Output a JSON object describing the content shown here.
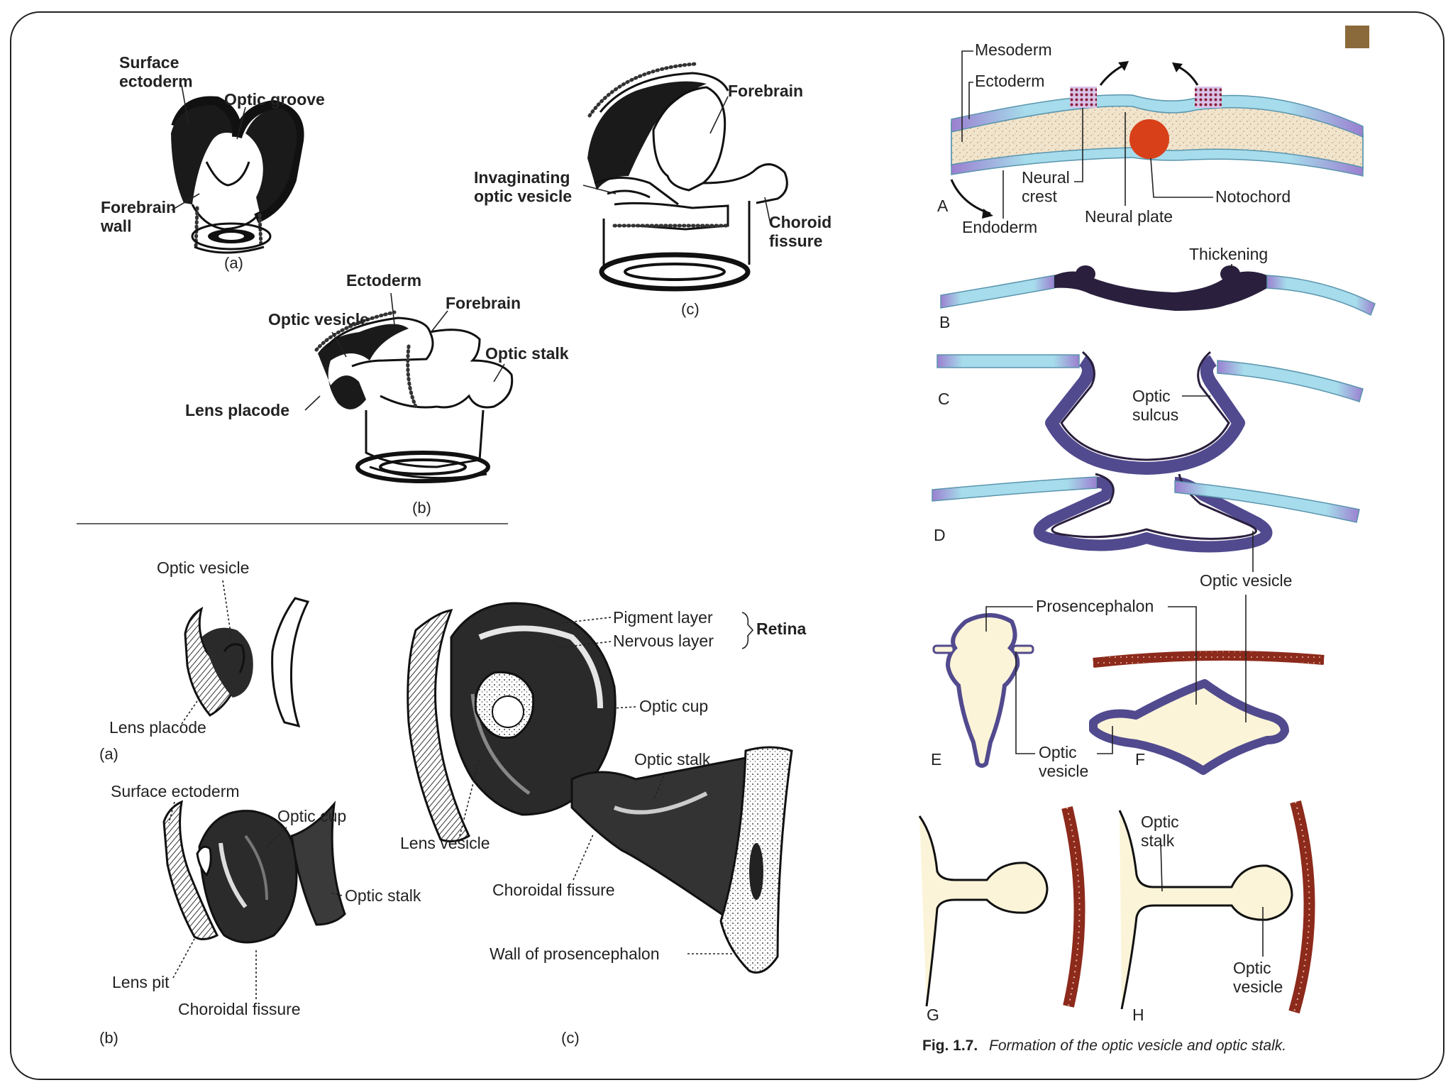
{
  "top_left": {
    "a": {
      "labels": [
        "Surface\nectoderm",
        "Optic groove",
        "Forebrain\nwall"
      ],
      "caption": "(a)"
    },
    "b": {
      "labels": [
        "Ectoderm",
        "Forebrain",
        "Optic vesicle",
        "Optic stalk",
        "Lens placode"
      ],
      "caption": "(b)"
    },
    "c": {
      "labels": [
        "Forebrain",
        "Invaginating\noptic vesicle",
        "Choroid\nfissure"
      ],
      "caption": "(c)"
    }
  },
  "bottom_left": {
    "a": {
      "labels": [
        "Optic vesicle",
        "Lens placode"
      ],
      "caption": "(a)"
    },
    "b": {
      "labels": [
        "Surface ectoderm",
        "Optic cup",
        "Optic stalk",
        "Lens pit",
        "Choroidal fissure"
      ],
      "caption": "(b)"
    },
    "c": {
      "labels": [
        "Pigment layer",
        "Nervous layer",
        "Retina",
        "Optic cup",
        "Optic stalk",
        "Lens vesicle",
        "Choroidal fissure",
        "Wall of prosencephalon"
      ],
      "caption": "(c)"
    }
  },
  "right": {
    "A": {
      "labels": [
        "Mesoderm",
        "Ectoderm",
        "Neural\ncrest",
        "Notochord",
        "Neural plate",
        "Endoderm"
      ],
      "letter": "A"
    },
    "B": {
      "labels": [
        "Thickening"
      ],
      "letter": "B"
    },
    "C": {
      "labels": [
        "Optic\nsulcus"
      ],
      "letter": "C"
    },
    "D": {
      "labels": [
        "Optic vesicle"
      ],
      "letter": "D"
    },
    "EF": {
      "labels": [
        "Prosencephalon",
        "Optic\nvesicle"
      ],
      "letters": [
        "E",
        "F"
      ]
    },
    "GH": {
      "labels": [
        "Optic\nstalk",
        "Optic\nvesicle"
      ],
      "letters": [
        "G",
        "H"
      ]
    },
    "figure_number": "Fig. 1.7.",
    "figure_title": "Formation of the optic vesicle and optic stalk."
  },
  "colors": {
    "ectoderm": "#a6dceb",
    "ectoderm_edge": "#9b7fd0",
    "neural_dark": "#2a1f3d",
    "neural_purple": "#514a8e",
    "notochord": "#d8401a",
    "mesoderm_fill": "#f1e4cc",
    "vesicle_fill": "#fbf4d8",
    "surface_ectoderm_band": "#8c2a1c"
  }
}
